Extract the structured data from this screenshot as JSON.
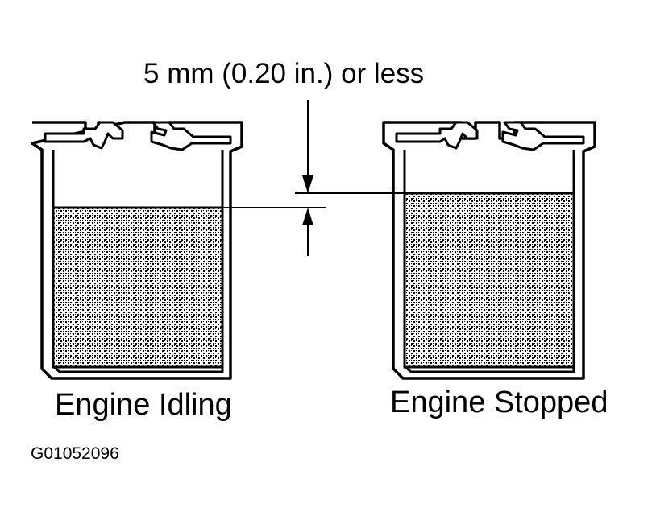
{
  "labels": {
    "dimension": "5 mm (0.20 in.) or less",
    "left_caption": "Engine Idling",
    "right_caption": "Engine Stopped",
    "figure_code": "G01052096"
  },
  "reservoirs": [
    {
      "id": "idling",
      "state": "Engine Idling"
    },
    {
      "id": "stopped",
      "state": "Engine Stopped"
    }
  ],
  "level_difference": {
    "value": 5,
    "unit": "mm",
    "alt_value": 0.2,
    "alt_unit": "in.",
    "limit": "or less"
  },
  "colors": {
    "ink": "#000000",
    "paper": "#ffffff"
  },
  "icons": [
    "arrow-down-icon",
    "arrow-up-icon",
    "fluid-stipple-pattern"
  ]
}
